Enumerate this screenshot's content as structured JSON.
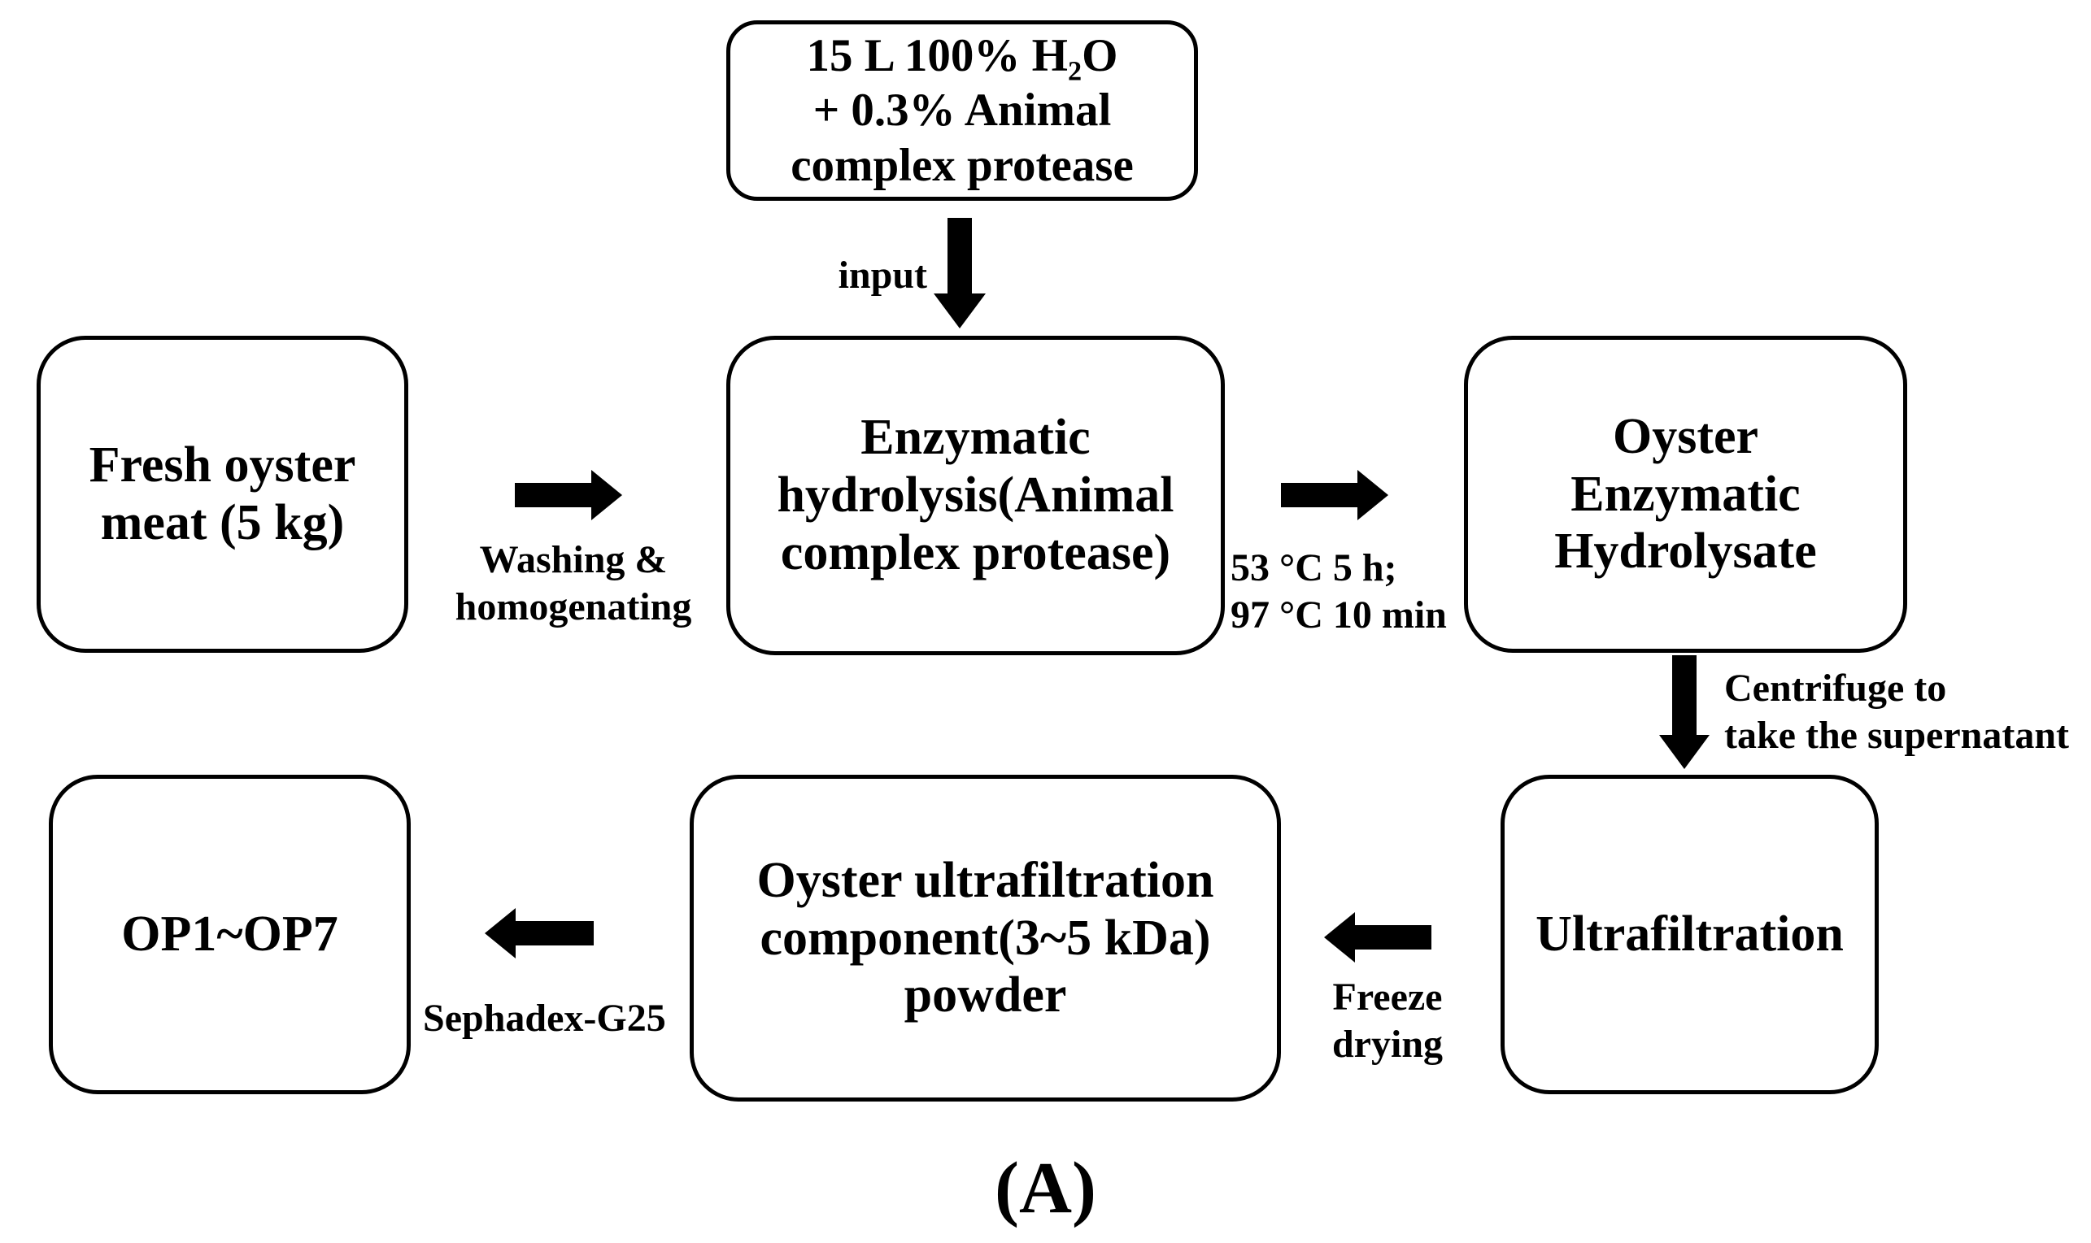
{
  "diagram": {
    "caption": "(A)",
    "colors": {
      "ink": "#000000",
      "background": "#ffffff"
    },
    "nodes": {
      "water_protease": {
        "lines": [
          "15 L 100% H₂O",
          "+ 0.3% Animal",
          "complex protease"
        ]
      },
      "fresh_oyster_meat": {
        "lines": [
          "Fresh oyster",
          "meat (5 kg)"
        ]
      },
      "enzymatic_hydrolysis": {
        "lines": [
          "Enzymatic",
          "hydrolysis(Animal",
          "complex protease)"
        ]
      },
      "oyster_enzymatic_hydrolysate": {
        "lines": [
          "Oyster",
          "Enzymatic",
          "Hydrolysate"
        ]
      },
      "op1_op7": {
        "lines": [
          "OP1~OP7"
        ]
      },
      "ultrafiltration_powder": {
        "lines": [
          "Oyster ultrafiltration",
          "component(3~5 kDa)",
          "powder"
        ]
      },
      "ultrafiltration": {
        "lines": [
          "Ultrafiltration"
        ]
      }
    },
    "edge_labels": {
      "input": {
        "lines": [
          "input"
        ]
      },
      "washing": {
        "lines": [
          "Washing &",
          "homogenating"
        ]
      },
      "heating": {
        "lines": [
          "53 °C 5 h;",
          "97 °C 10 min"
        ]
      },
      "centrifuge": {
        "lines": [
          "Centrifuge to",
          "take the supernatant"
        ]
      },
      "freeze_drying": {
        "lines": [
          "Freeze",
          "drying"
        ]
      },
      "sephadex": {
        "lines": [
          "Sephadex-G25"
        ]
      }
    }
  }
}
